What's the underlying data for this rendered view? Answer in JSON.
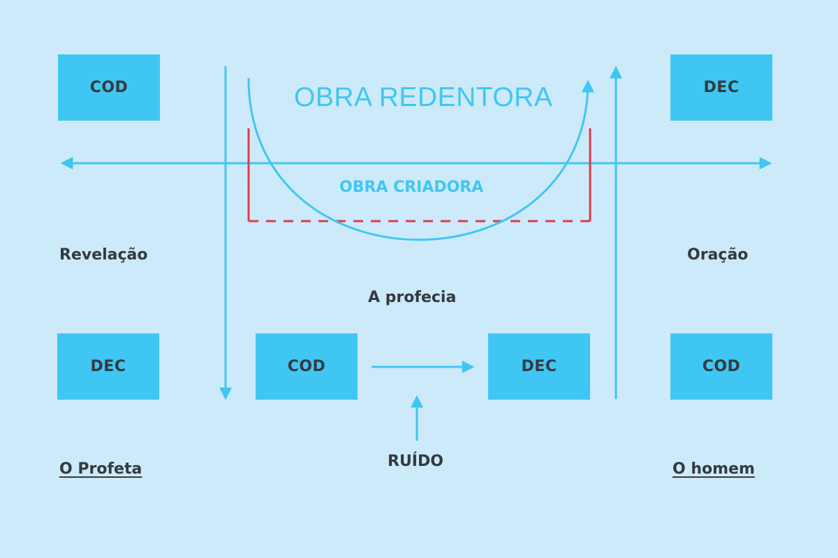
{
  "colors": {
    "background": "#cdeafa",
    "box": "#40c6f3",
    "line": "#40c6f3",
    "dashed_bracket": "#de3a4a",
    "text": "#333a40"
  },
  "titles": {
    "redentora": "OBRA REDENTORA",
    "criadora": "OBRA CRIADORA"
  },
  "boxes": {
    "top_left": "COD",
    "top_right": "DEC",
    "bottom_left": "DEC",
    "bottom_center_left": "COD",
    "bottom_center_right": "DEC",
    "bottom_right": "COD"
  },
  "labels": {
    "revelacao": "Revelação",
    "oracao": "Oração",
    "profecia": "A profecia",
    "ruido": "RUÍDO",
    "profeta": "O Profeta",
    "homem": "O homem"
  }
}
